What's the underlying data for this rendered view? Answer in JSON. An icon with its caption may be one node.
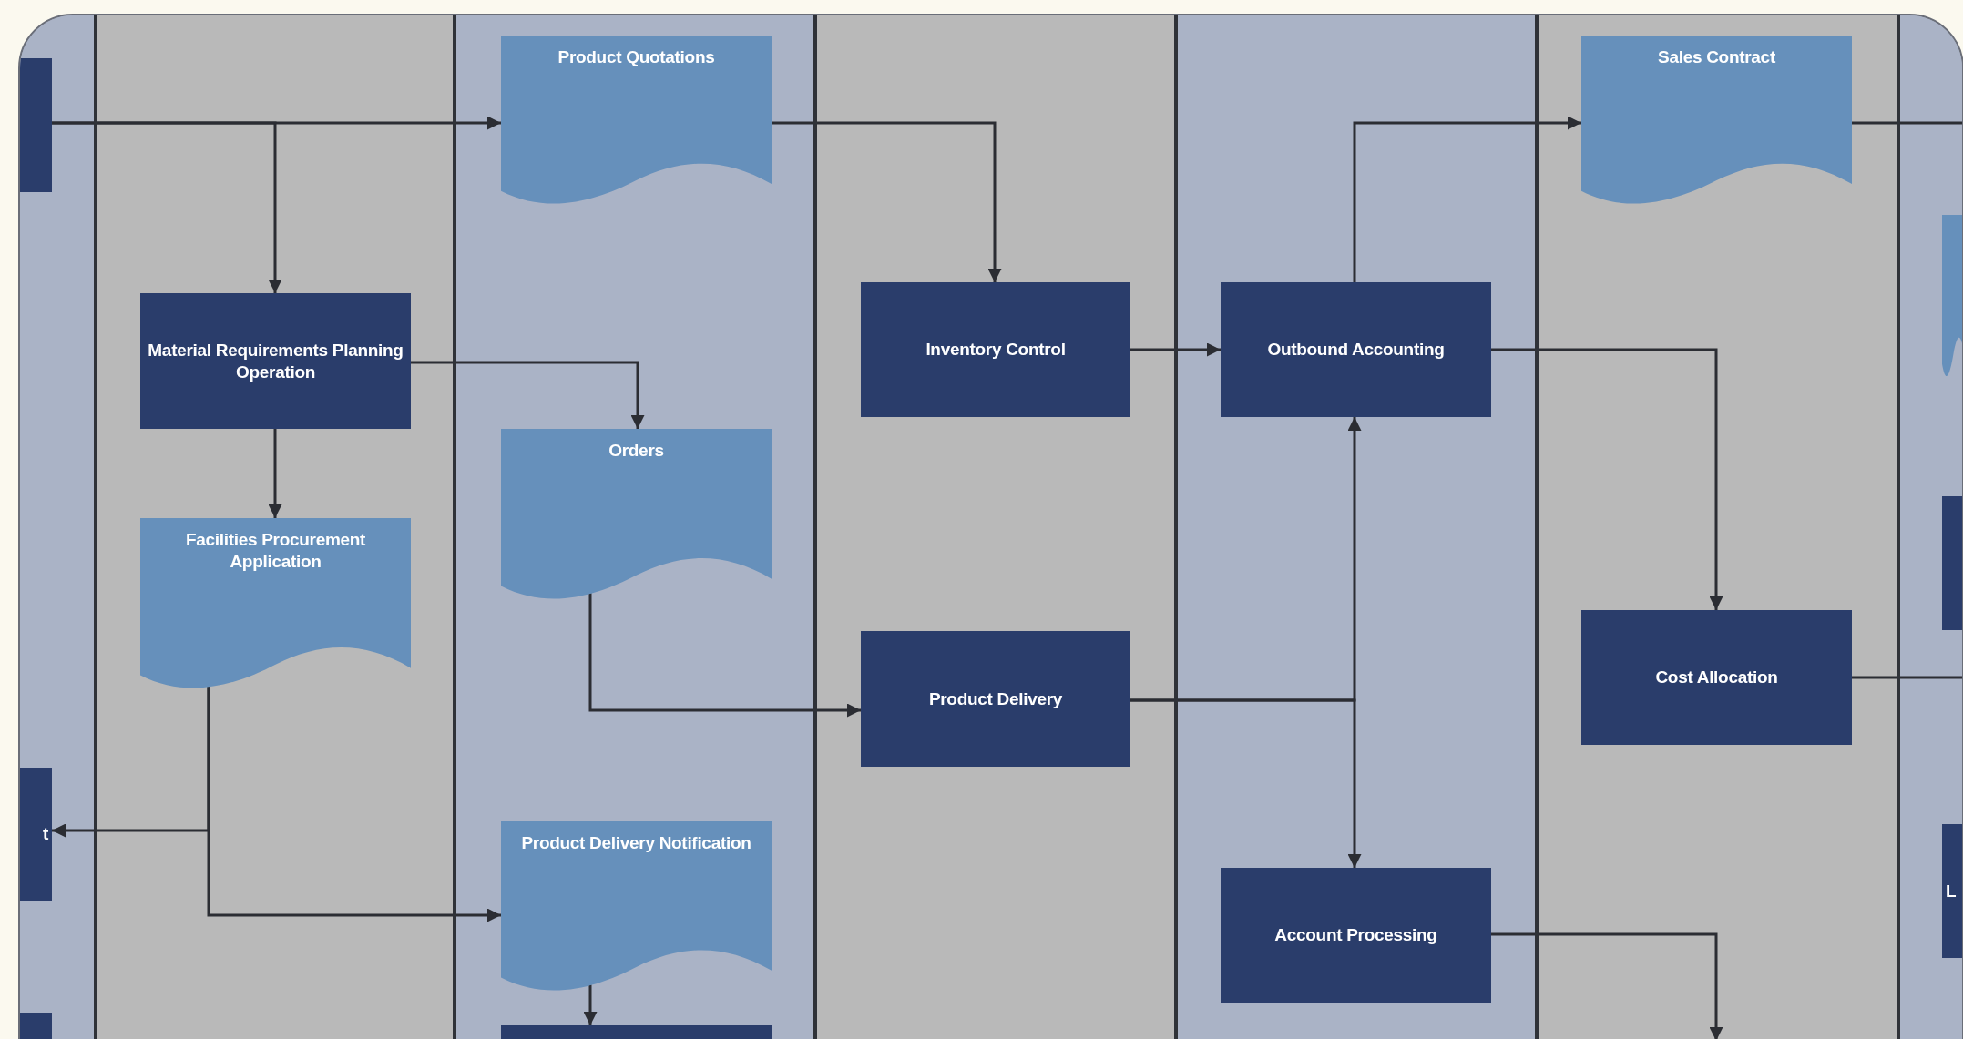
{
  "diagram": {
    "nodes": [
      {
        "text": [],
        "shape": "box"
      },
      {
        "text": [
          "Product Quotations"
        ]
      },
      {
        "text": [
          "Sales Contract"
        ]
      },
      {
        "text": [],
        "shape": "document"
      },
      {
        "text": [
          "Material Requirements Planning Operation"
        ]
      },
      {
        "text": [
          "Inventory Control"
        ]
      },
      {
        "text": [
          "Outbound Accounting"
        ]
      },
      {
        "text": [
          "Orders"
        ]
      },
      {
        "text": [],
        "shape": "box"
      },
      {
        "text": [
          "Facilities Procurement Application"
        ]
      },
      {
        "text": [
          "Product Delivery"
        ]
      },
      {
        "text": [
          "Cost Allocation"
        ]
      },
      {
        "text": [
          "t"
        ]
      },
      {
        "text": [
          "Product Delivery Notification"
        ]
      },
      {
        "text": [
          "Account Processing"
        ]
      },
      {
        "text": [
          "L"
        ]
      },
      {
        "text": [],
        "shape": "box"
      },
      {
        "text": [],
        "shape": "box"
      }
    ],
    "edges": [
      {
        "from": 0,
        "to": 1,
        "arrow": "to"
      },
      {
        "from": 0,
        "to": 4,
        "arrow": "to"
      },
      {
        "from": 1,
        "to": 5,
        "arrow": "to"
      },
      {
        "from": 4,
        "to": 7,
        "arrow": "to"
      },
      {
        "from": 4,
        "to": 9,
        "arrow": "to"
      },
      {
        "from": 5,
        "to": 6,
        "arrow": "to"
      },
      {
        "from": 6,
        "to": 2,
        "arrow": "to"
      },
      {
        "from": 6,
        "to": 11,
        "arrow": "to"
      },
      {
        "from": 7,
        "to": 10,
        "arrow": "to"
      },
      {
        "from": 10,
        "to": 6,
        "arrow": "to"
      },
      {
        "from": 10,
        "to": 14,
        "arrow": "to"
      },
      {
        "from": 9,
        "to": 12,
        "arrow": "to"
      },
      {
        "from": 9,
        "to": 13,
        "arrow": "to"
      },
      {
        "from": 13,
        "to": 17,
        "arrow": "to"
      },
      {
        "from": 14,
        "to": null,
        "arrow": "to"
      },
      {
        "from": 2,
        "to": null,
        "arrow": "none"
      },
      {
        "from": 11,
        "to": null,
        "arrow": "none"
      }
    ]
  }
}
